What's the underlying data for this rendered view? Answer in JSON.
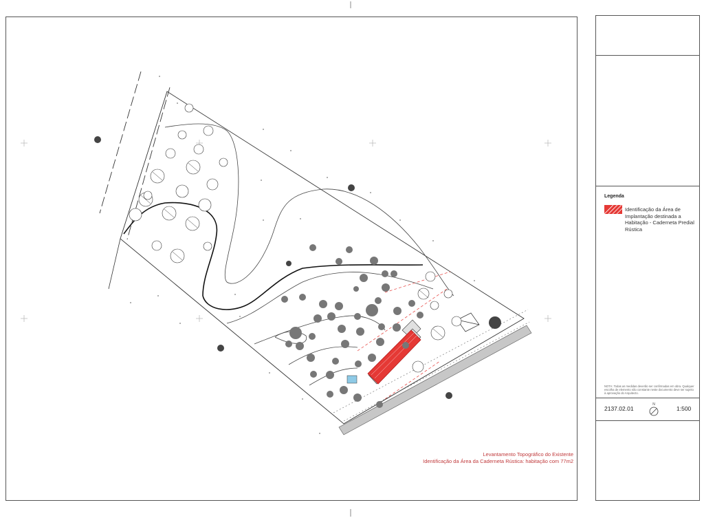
{
  "legend": {
    "title": "Legenda",
    "item_text": "Identificação da Área de Implantação destinada a Habitação - Caderneta Predial Rústica",
    "item_color": "#e53935"
  },
  "note": "NOTA: Todas as medidas deverão ser confirmadas em obra. Qualquer escolha de elemento não constante neste documento deve ser sujeito à aprovação do Arquitecto.",
  "drawing_number": "2137.02.01",
  "north_label": "N",
  "scale": "1:500",
  "caption": {
    "line1": "Levantamento Topográfico do Existente",
    "line2": "Identificação da Área da Caderneta Rústica: habitação com 77m2"
  },
  "colors": {
    "frame": "#555555",
    "accent_red": "#c0393b",
    "implantation_fill": "#e53935"
  }
}
